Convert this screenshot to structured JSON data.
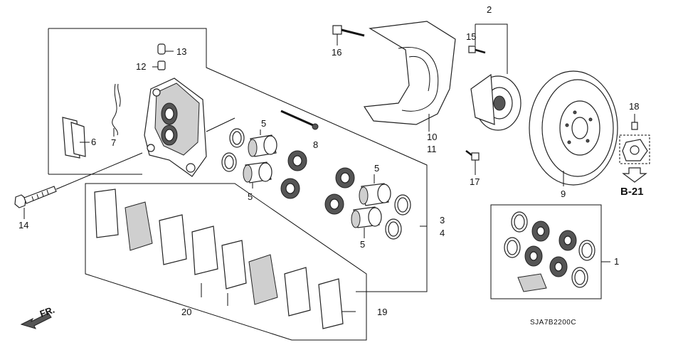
{
  "diagram": {
    "part_code": "SJA7B2200C",
    "reference": "B-21",
    "front_label": "FR.",
    "callouts": [
      "1",
      "2",
      "3",
      "4",
      "5",
      "5",
      "5",
      "5",
      "6",
      "7",
      "8",
      "9",
      "10",
      "11",
      "12",
      "13",
      "14",
      "15",
      "16",
      "17",
      "18",
      "19",
      "20"
    ]
  }
}
